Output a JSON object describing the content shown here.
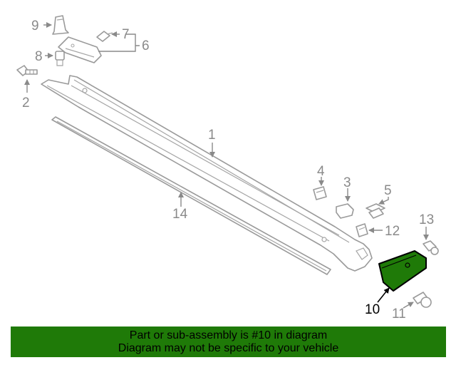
{
  "callouts": {
    "c1": "1",
    "c2": "2",
    "c3": "3",
    "c4": "4",
    "c5": "5",
    "c6": "6",
    "c7": "7",
    "c8": "8",
    "c9": "9",
    "c10": "10",
    "c11": "11",
    "c12": "12",
    "c13": "13",
    "c14": "14"
  },
  "highlight_part": "10",
  "colors": {
    "highlight": "#1f7a08",
    "line": "#9a9a9a",
    "banner": "#1f7a08"
  },
  "banner": {
    "line1": "Part or sub-assembly is #10 in diagram",
    "line2": "Diagram may not be specific to your vehicle"
  }
}
